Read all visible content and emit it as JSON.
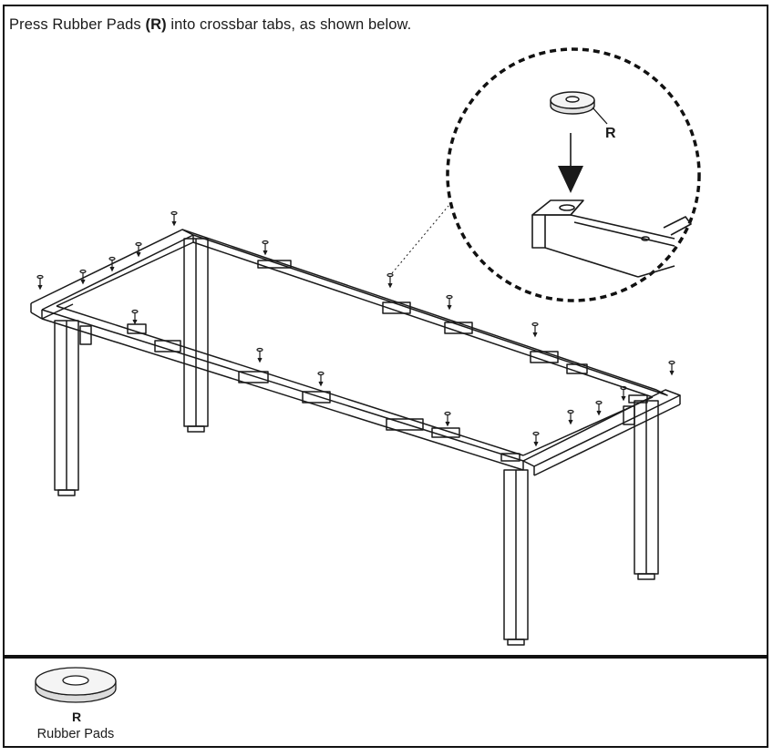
{
  "instruction": {
    "prefix": "Press Rubber Pads ",
    "part_code": "(R)",
    "suffix": " into crossbar tabs, as shown below."
  },
  "callout": {
    "label": "R"
  },
  "parts": [
    {
      "letter": "R",
      "name": "Rubber Pads"
    }
  ]
}
